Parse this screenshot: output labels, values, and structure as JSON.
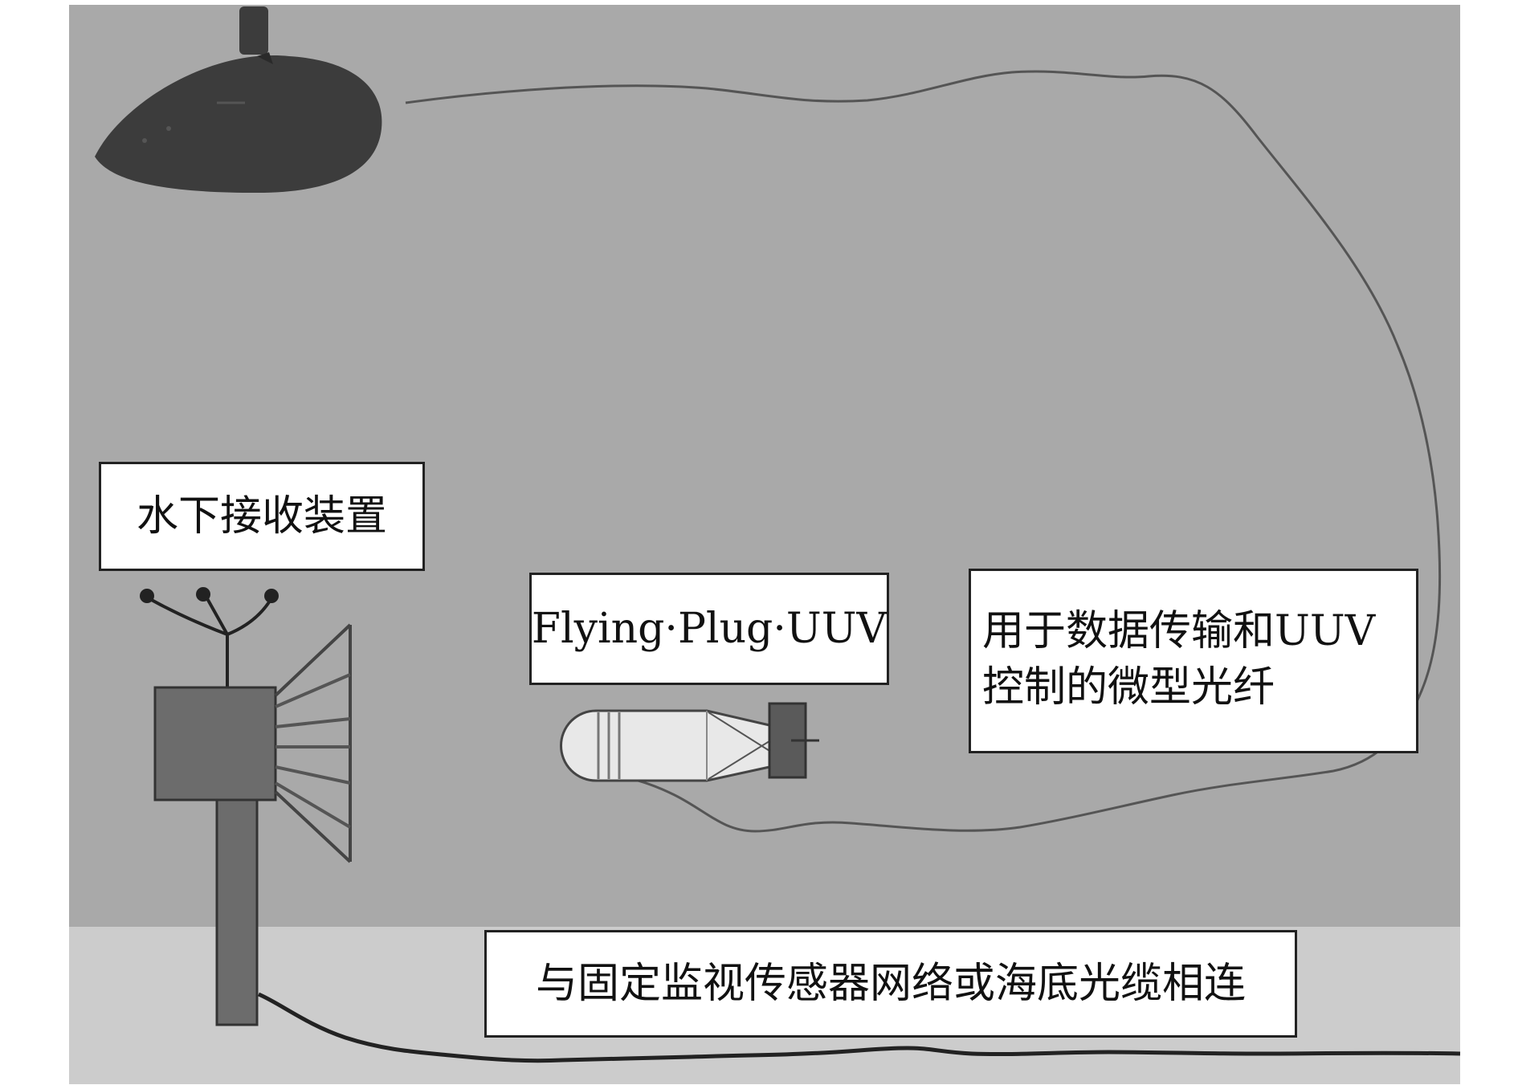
{
  "labels": {
    "receiver": "水下接收装置",
    "uuv": "Flying·Plug·UUV",
    "fiber_line1": "用于数据传输和UUV",
    "fiber_line2": "控制的微型光纤",
    "network": "与固定监视传感器网络或海底光缆相连"
  },
  "colors": {
    "water": "#a9a9a9",
    "seabed": "#cccccc",
    "submarine": "#3c3c3c",
    "receiver_body": "#6c6c6c",
    "cable": "#222222",
    "fiber": "#555555",
    "uuv_body": "#e8e8e8"
  }
}
